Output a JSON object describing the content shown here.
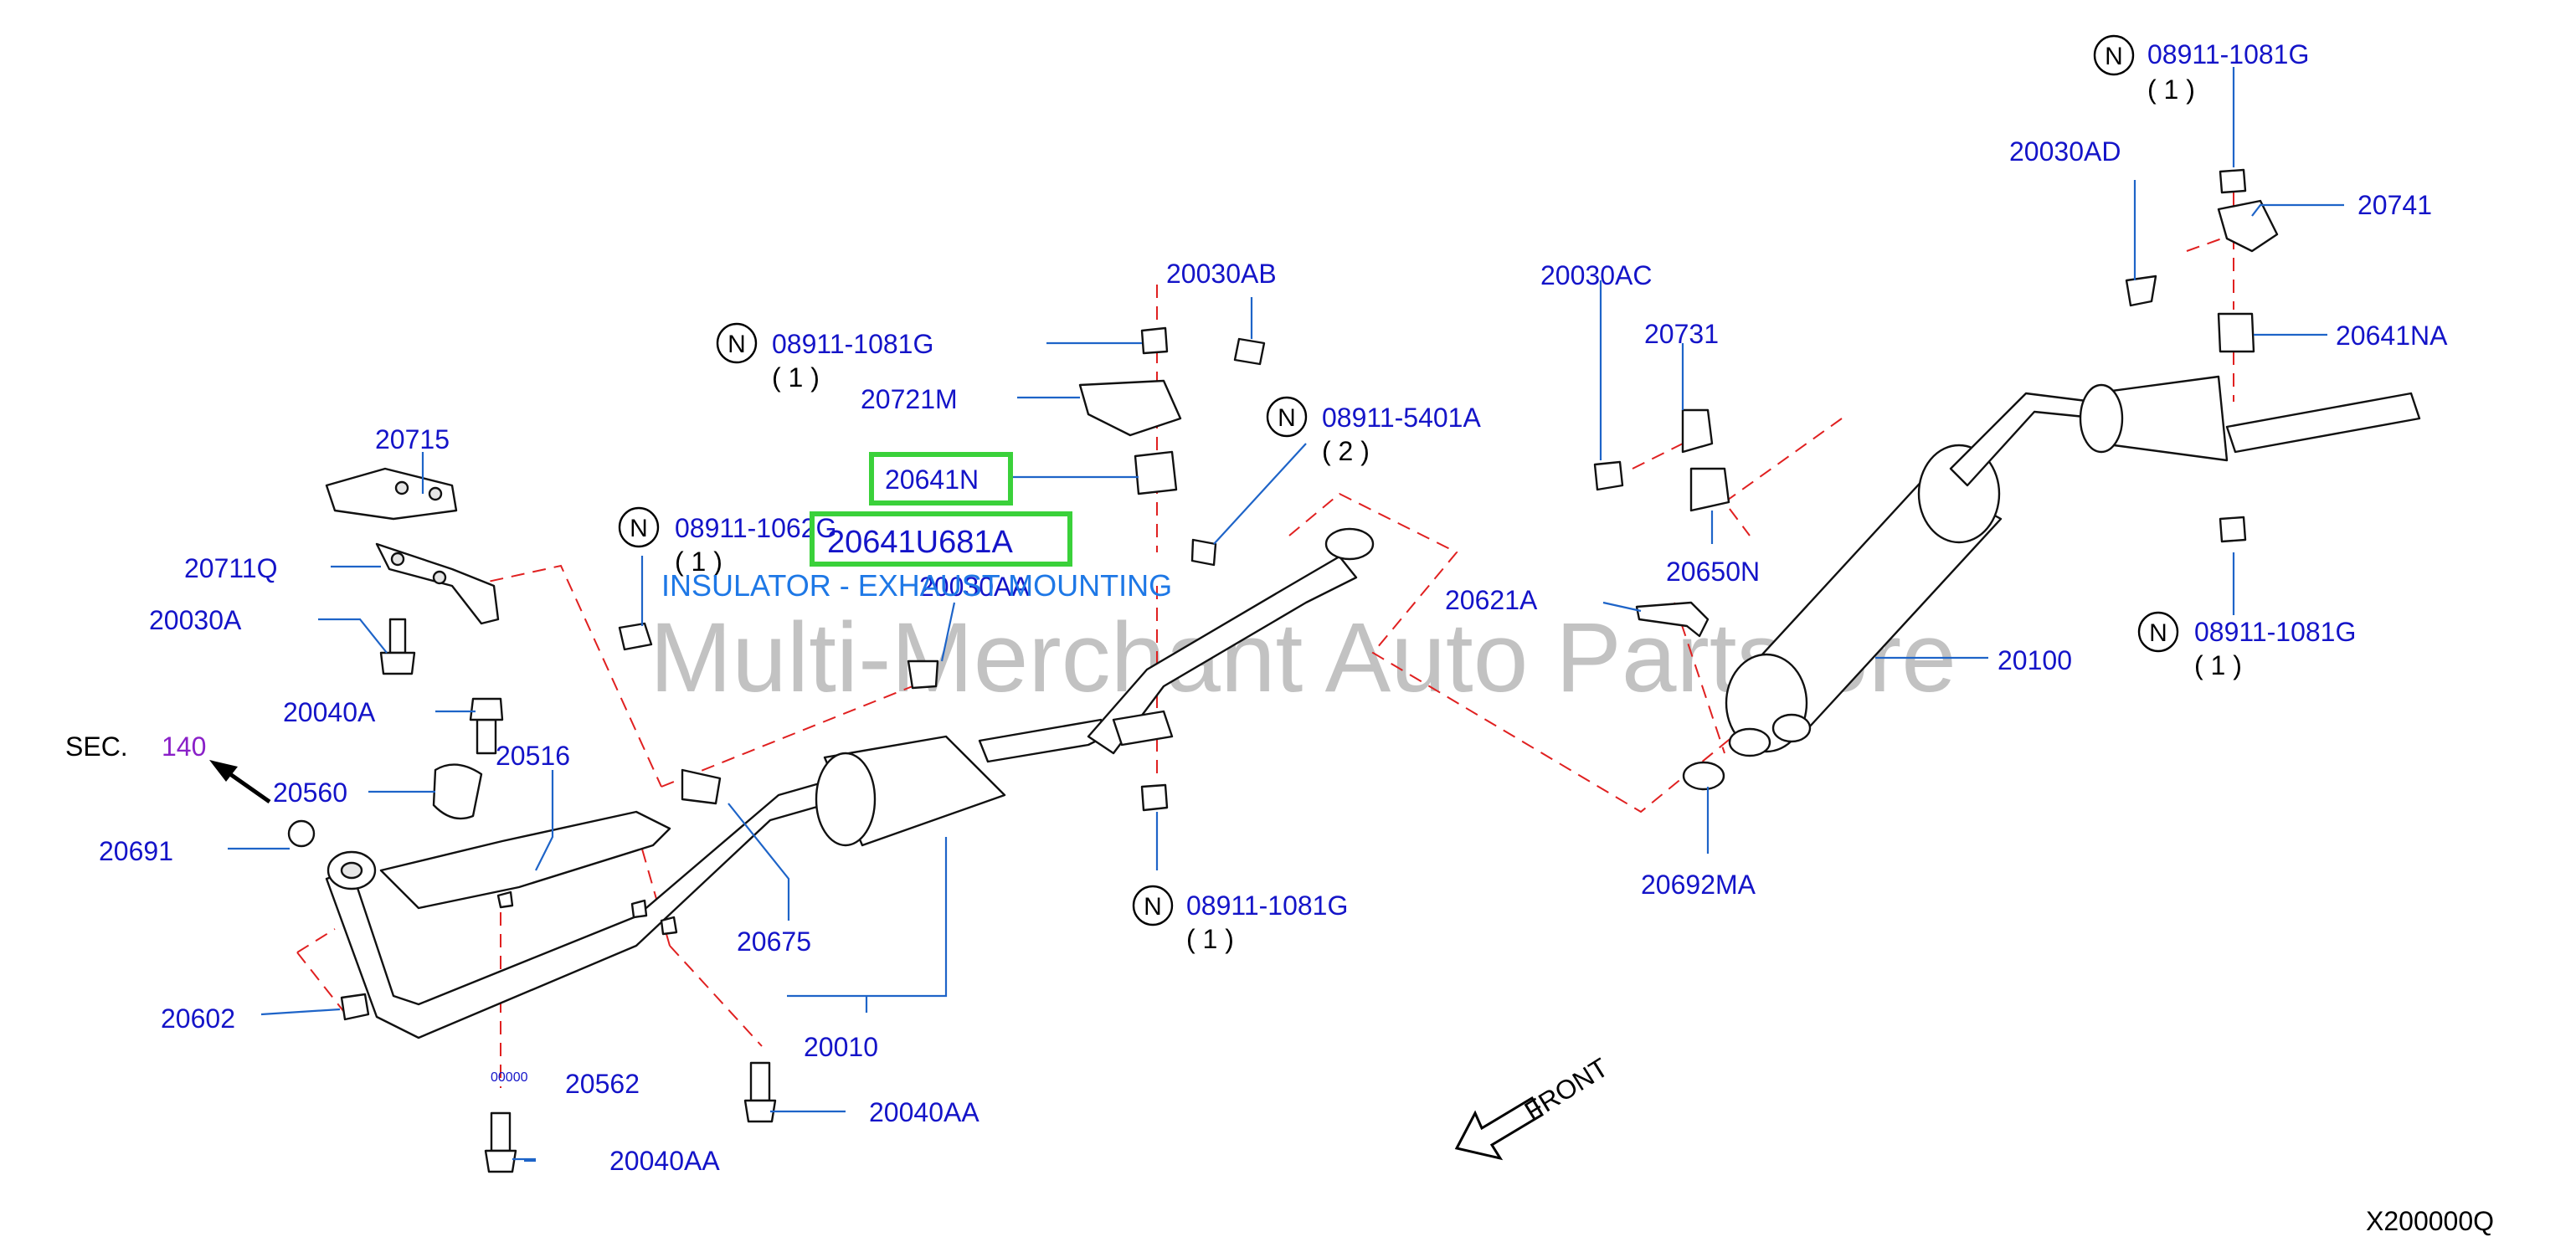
{
  "watermark": "Multi-Merchant Auto Partstore",
  "tooltip": "INSULATOR - EXHAUST MOUNTING",
  "diagram_code": "X200000Q",
  "section_ref": {
    "prefix": "SEC.",
    "number": "140"
  },
  "front_label": "FRONT",
  "n_symbol": "N",
  "highlighted_parts": [
    "20641N",
    "20641U681A"
  ],
  "labels": {
    "p20715": "20715",
    "p20711q": "20711Q",
    "p20030a": "20030A",
    "p20040a": "20040A",
    "p20560": "20560",
    "p20516": "20516",
    "p20691": "20691",
    "p20602": "20602",
    "p20562": "20562",
    "p20562_small": "00000",
    "p20040aa_left": "20040AA",
    "p20040aa_mid": "20040AA",
    "p20675": "20675",
    "p20010": "20010",
    "p20030aa": "20030AA",
    "p08911_1062g": "08911-1062G",
    "p20641n": "20641N",
    "p20641u681a": "20641U681A",
    "p08911_1081g_a": "08911-1081G",
    "p20721m": "20721M",
    "p20030ab": "20030AB",
    "p08911_5401a": "08911-5401A",
    "p08911_1081g_b": "08911-1081G",
    "p20621a": "20621A",
    "p20030ac": "20030AC",
    "p20731": "20731",
    "p20650n": "20650N",
    "p20692ma": "20692MA",
    "p20100": "20100",
    "p08911_1081g_c": "08911-1081G",
    "p20030ad": "20030AD",
    "p08911_1081g_d": "08911-1081G",
    "p20741": "20741",
    "p20641na": "20641NA"
  },
  "quantities": {
    "q_1062g": "( 1 )",
    "q_1081g_a": "( 1 )",
    "q_5401a": "( 2 )",
    "q_1081g_b": "( 1 )",
    "q_1081g_c": "( 1 )",
    "q_1081g_d": "( 1 )"
  }
}
